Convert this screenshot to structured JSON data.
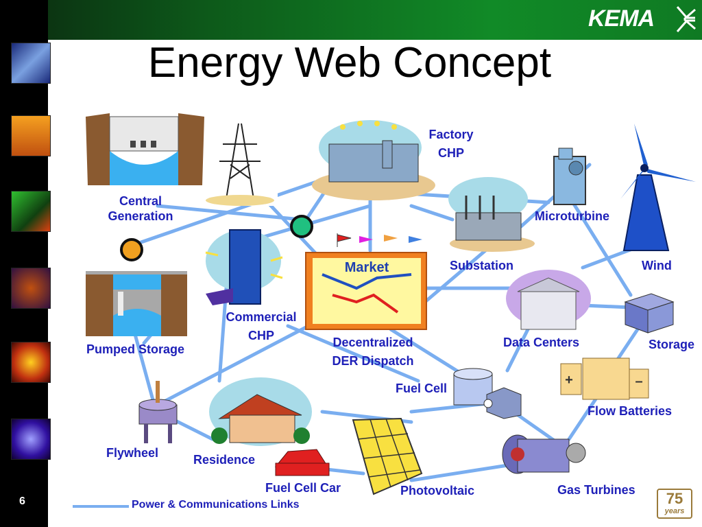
{
  "slide": {
    "title": "Energy Web Concept",
    "number": "6",
    "logo_text": "KEMA",
    "anniversary_badge": {
      "number": "75",
      "word": "years"
    }
  },
  "nodes": {
    "central_generation": "Central\nGeneration",
    "pumped_storage": "Pumped Storage",
    "commercial_chp": "Commercial\nCHP",
    "factory_chp": "Factory\nCHP",
    "substation": "Substation",
    "microturbine": "Microturbine",
    "wind": "Wind",
    "data_centers": "Data Centers",
    "storage": "Storage",
    "decentralized_der": "Decentralized\nDER Dispatch",
    "market_sign": "Market",
    "fuel_cell": "Fuel Cell",
    "flow_batteries": "Flow Batteries",
    "flywheel": "Flywheel",
    "residence": "Residence",
    "fuel_cell_car": "Fuel Cell Car",
    "photovoltaic": "Photovoltaic",
    "gas_turbines": "Gas Turbines"
  },
  "legend": {
    "label": "Power & Communications Links",
    "color": "#7aaef0"
  },
  "colors": {
    "label": "#1e20b8",
    "link": "#7aaef0",
    "header_green": "#118a27"
  }
}
